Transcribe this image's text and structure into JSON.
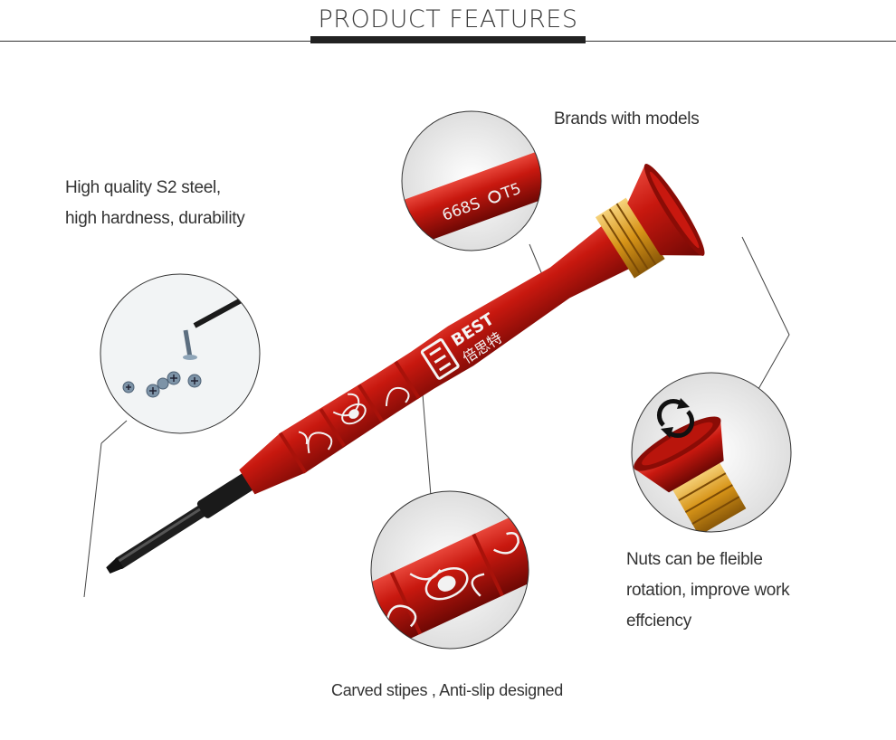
{
  "header": {
    "title": "PRODUCT FEATURES"
  },
  "callouts": {
    "steel": {
      "line1": "High quality S2 steel,",
      "line2": "high hardness, durability"
    },
    "brand": {
      "text": "Brands with models"
    },
    "nuts": {
      "line1": "Nuts can be fleible",
      "line2": "rotation, improve work",
      "line3": "effciency"
    },
    "carved": {
      "text": "Carved stipes , Anti-slip designed"
    }
  },
  "engraving": {
    "model": "668S",
    "tip": "T5",
    "brand": "BEST",
    "brand_cn": "倍思特"
  },
  "colors": {
    "handle": "#c8180f",
    "handle_dark": "#7e0a06",
    "gold": "#e0a020",
    "shaft": "#1a1a1a"
  },
  "icons": [
    "rotate-arrows-icon",
    "torx-star-icon",
    "brand-logo-icon"
  ]
}
